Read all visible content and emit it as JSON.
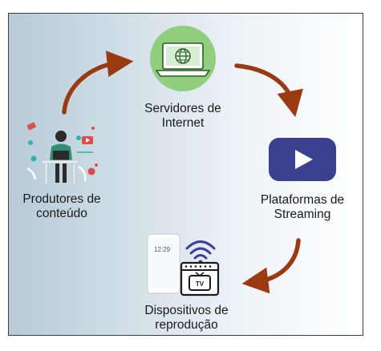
{
  "nodes": {
    "servers": {
      "line1": "Servidores de",
      "line2": "Internet",
      "icon": "laptop-globe-icon"
    },
    "platforms": {
      "line1": "Plataformas de",
      "line2": "Streaming",
      "icon": "play-button-icon"
    },
    "devices": {
      "line1": "Dispositivos de",
      "line2": "reprodução",
      "icon": "phone-tv-wifi-icon"
    },
    "producers": {
      "line1": "Produtores de",
      "line2": "conteúdo",
      "icon": "creator-at-desk-icon"
    }
  },
  "phone_time": "12:29",
  "tv_text": "TV",
  "colors": {
    "arrow": "#9b3a12",
    "servers_circle": "#8fcf7e",
    "play_bg": "#3b3f8f",
    "frame_border": "#3a3f45"
  }
}
